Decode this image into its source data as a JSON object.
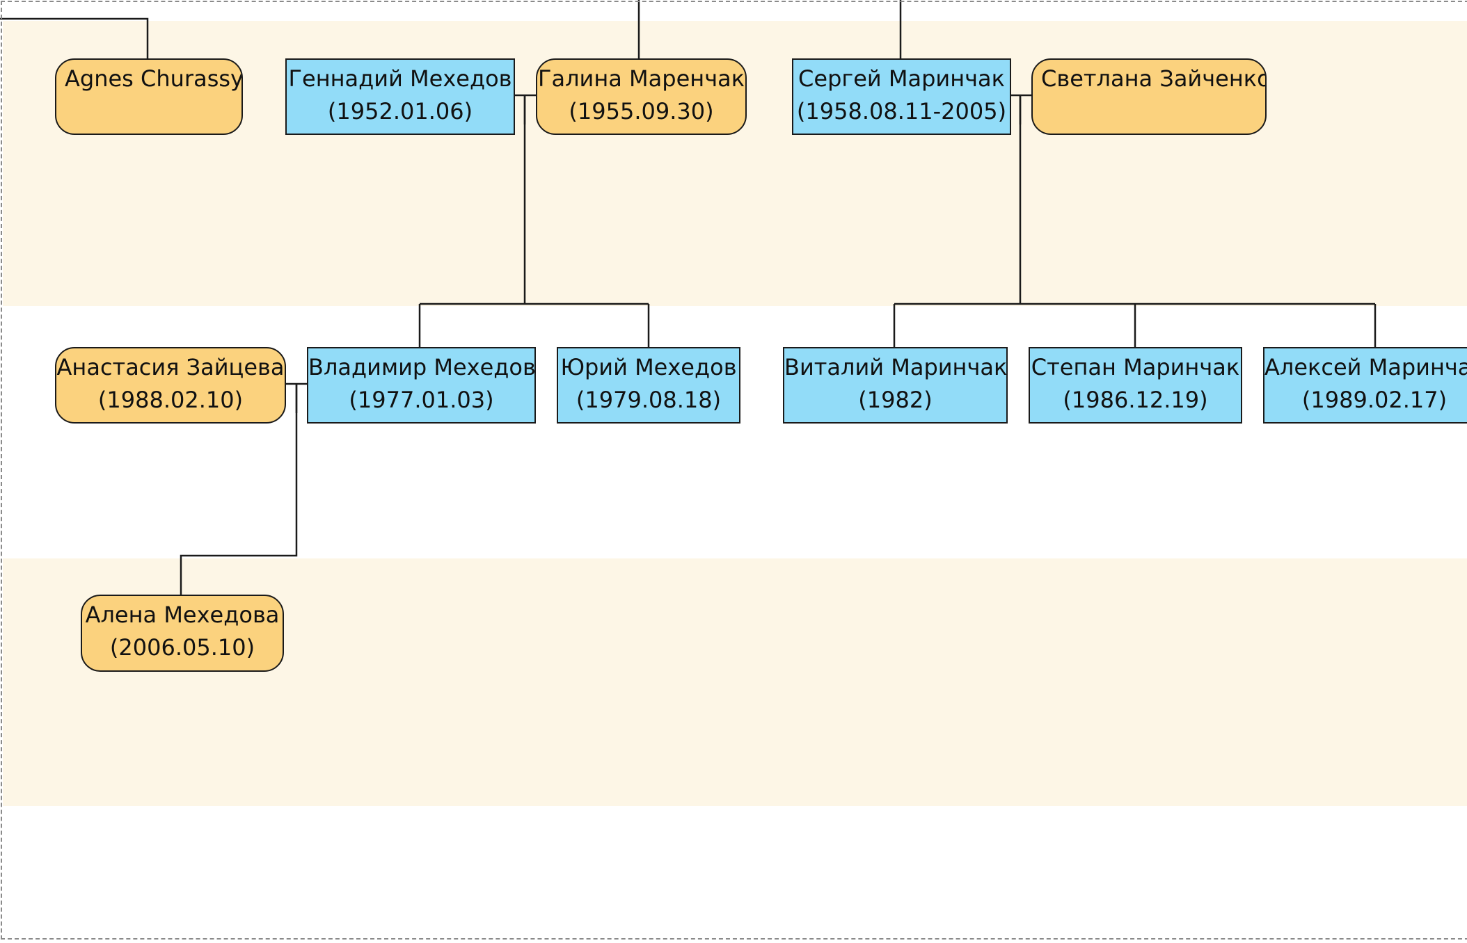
{
  "colors": {
    "male_fill": "#92dcf8",
    "female_fill": "#fbd27e",
    "band_fill": "#fdf6e6",
    "line": "#1a1a1a"
  },
  "people": {
    "agnes": {
      "name": "Agnes Churassy",
      "dates": ""
    },
    "gennady": {
      "name": "Геннадий Мехедов",
      "dates": "(1952.01.06)"
    },
    "galina": {
      "name": "Галина Маренчак",
      "dates": "(1955.09.30)"
    },
    "sergey": {
      "name": "Сергей Маринчак",
      "dates": "(1958.08.11-2005)"
    },
    "svetlana": {
      "name": "Светлана Зайченко",
      "dates": ""
    },
    "anastasia": {
      "name": "Анастасия Зайцева",
      "dates": "(1988.02.10)"
    },
    "vladimir": {
      "name": "Владимир Мехедов",
      "dates": "(1977.01.03)"
    },
    "yuri": {
      "name": "Юрий Мехедов",
      "dates": "(1979.08.18)"
    },
    "vitaly": {
      "name": "Виталий Маринчак",
      "dates": "(1982)"
    },
    "stepan": {
      "name": "Степан Маринчак",
      "dates": "(1986.12.19)"
    },
    "alexey": {
      "name": "Алексей Маринчак",
      "dates": "(1989.02.17)"
    },
    "alena": {
      "name": "Алена Мехедова",
      "dates": "(2006.05.10)"
    }
  }
}
